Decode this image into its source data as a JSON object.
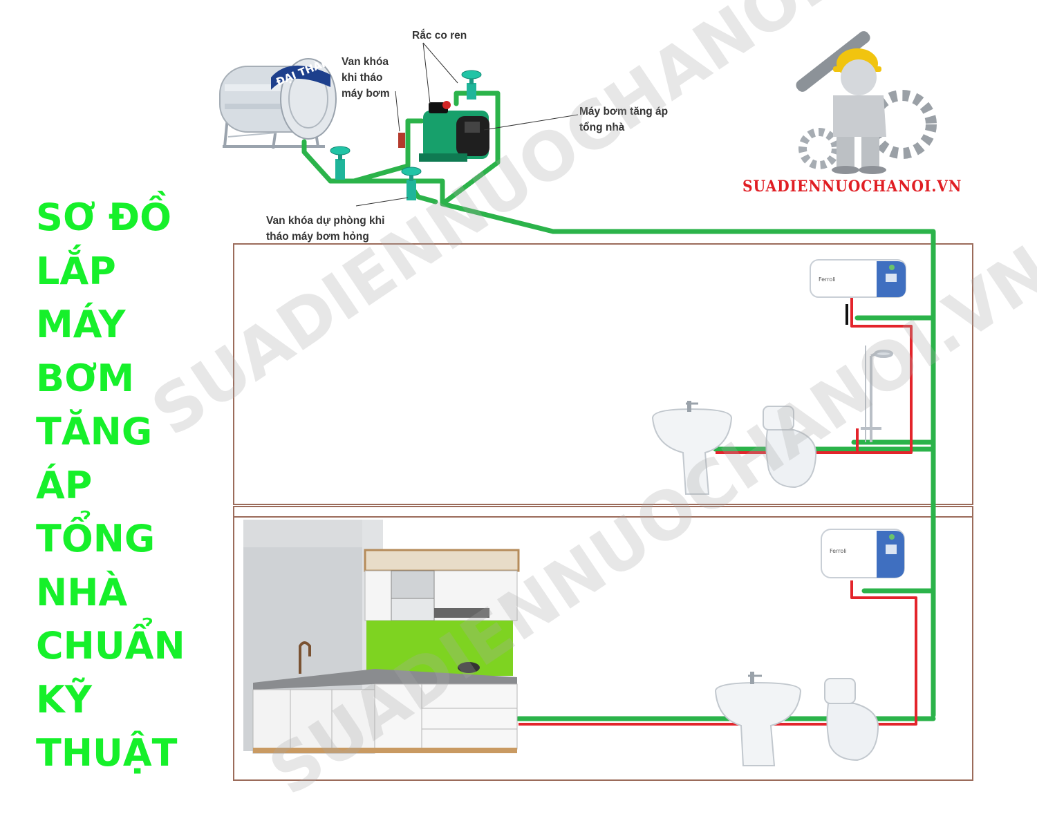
{
  "title_lines": [
    "SƠ ĐỒ",
    "LẮP",
    "MÁY",
    "BƠM",
    "TĂNG",
    "ÁP",
    "TỔNG",
    "NHÀ",
    "CHUẨN",
    "KỸ",
    "THUẬT"
  ],
  "labels": {
    "union_fitting": [
      "Rắc co ren"
    ],
    "service_valve": [
      "Van khóa",
      "khi tháo",
      "máy bơm"
    ],
    "booster_pump": [
      "Máy bơm tăng áp",
      "tổng nhà"
    ],
    "bypass_valve": [
      "Van khóa dự phòng khi",
      "tháo máy bơm hỏng"
    ]
  },
  "brand": "SUADIENNUOCHANOI.VN",
  "watermark": "SUADIENNUOCHANOI.VN",
  "tank_brand": "ĐẠI THÀNH",
  "heater_brand": "Ferroli",
  "colors": {
    "title_green": "#16f02a",
    "cold_pipe": "#2bb34a",
    "hot_pipe": "#e3242b",
    "brand_red": "#e01e24",
    "wall": "#9b6b5a",
    "valve": "#1fb59a"
  }
}
